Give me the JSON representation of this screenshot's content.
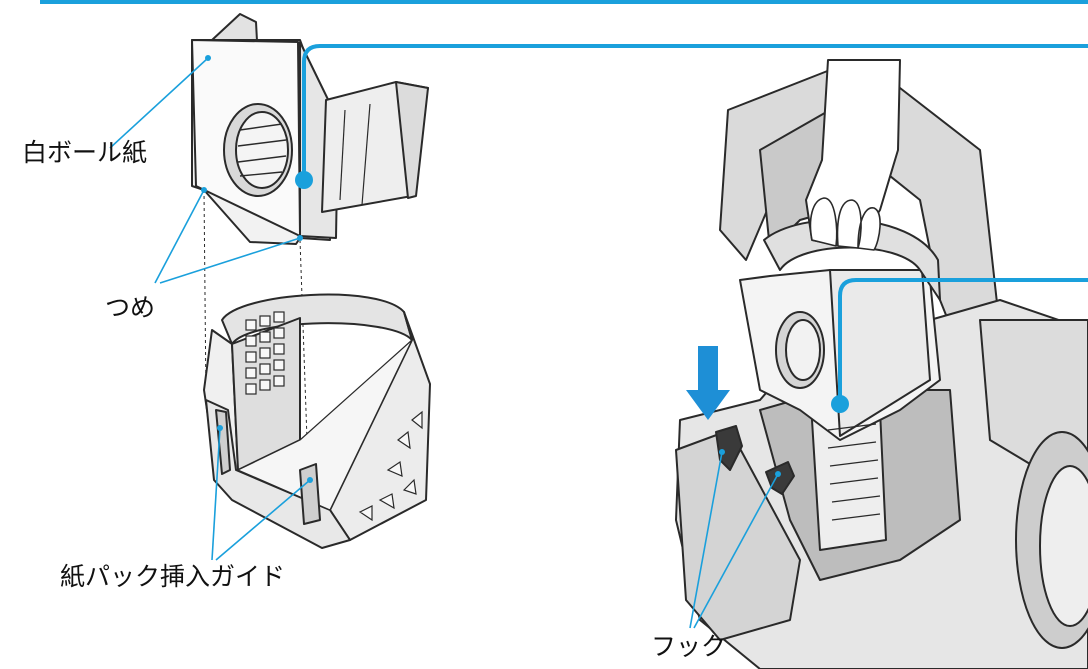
{
  "labels": {
    "white_cardboard": "白ボール紙",
    "tabs": "つめ",
    "insert_guide": "紙パック挿入ガイド",
    "hooks": "フック"
  },
  "colors": {
    "accent": "#1aa0dc",
    "line": "#2a2a2a",
    "fill_light": "#ececec",
    "fill_mid": "#d4d4d4",
    "fill_dark": "#8a8a8a",
    "arrow": "#1e8fd6"
  }
}
